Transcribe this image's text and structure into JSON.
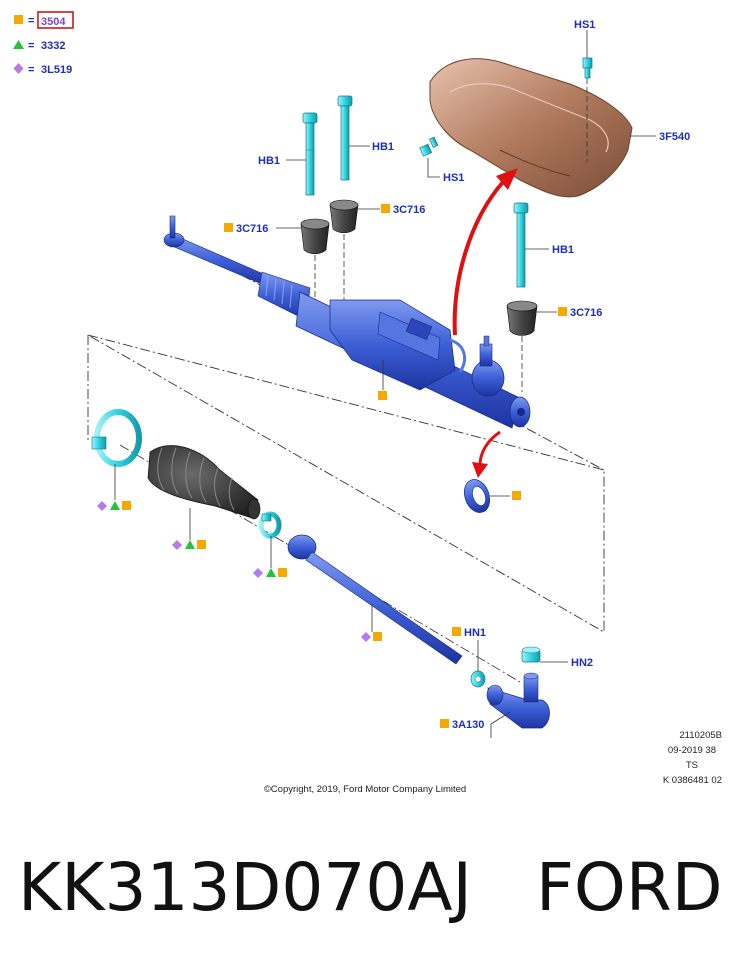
{
  "legend": [
    {
      "shape": "square",
      "color": "#f5a800",
      "equals": "=",
      "code": "3504",
      "highlighted": true
    },
    {
      "shape": "triangle",
      "color": "#22c23a",
      "equals": "=",
      "code": "3332",
      "highlighted": false
    },
    {
      "shape": "diamond",
      "color": "#b57bea",
      "equals": "=",
      "code": "3L519",
      "highlighted": false
    }
  ],
  "callouts": {
    "hs1_top": "HS1",
    "hs1_left": "HS1",
    "f540": "3F540",
    "hb1_left": "HB1",
    "hb1_center": "HB1",
    "hb1_right": "HB1",
    "c716_left": "3C716",
    "c716_center": "3C716",
    "c716_right": "3C716",
    "hn1": "HN1",
    "hn2": "HN2",
    "a130": "3A130"
  },
  "meta": {
    "line1": "2110205B",
    "line2": "09-2019 38",
    "line3": "TS",
    "line4": "K 0386481 02"
  },
  "copyright": "©Copyright, 2019, Ford Motor Company Limited",
  "caption": {
    "part_number": "KK313D070AJ",
    "brand": "FORD"
  },
  "colors": {
    "legend_square": "#f5a800",
    "legend_triangle": "#22c23a",
    "legend_diamond": "#b57bea",
    "callout_text": "#1f2fb3",
    "highlight_box": "#d01818",
    "rack_blue": "#3d5fd6",
    "hardware_cyan": "#2fd3e0",
    "heat_shield": "#b07a5e",
    "boot_dark": "#3a3a3a",
    "arrow_red": "#e01010"
  }
}
